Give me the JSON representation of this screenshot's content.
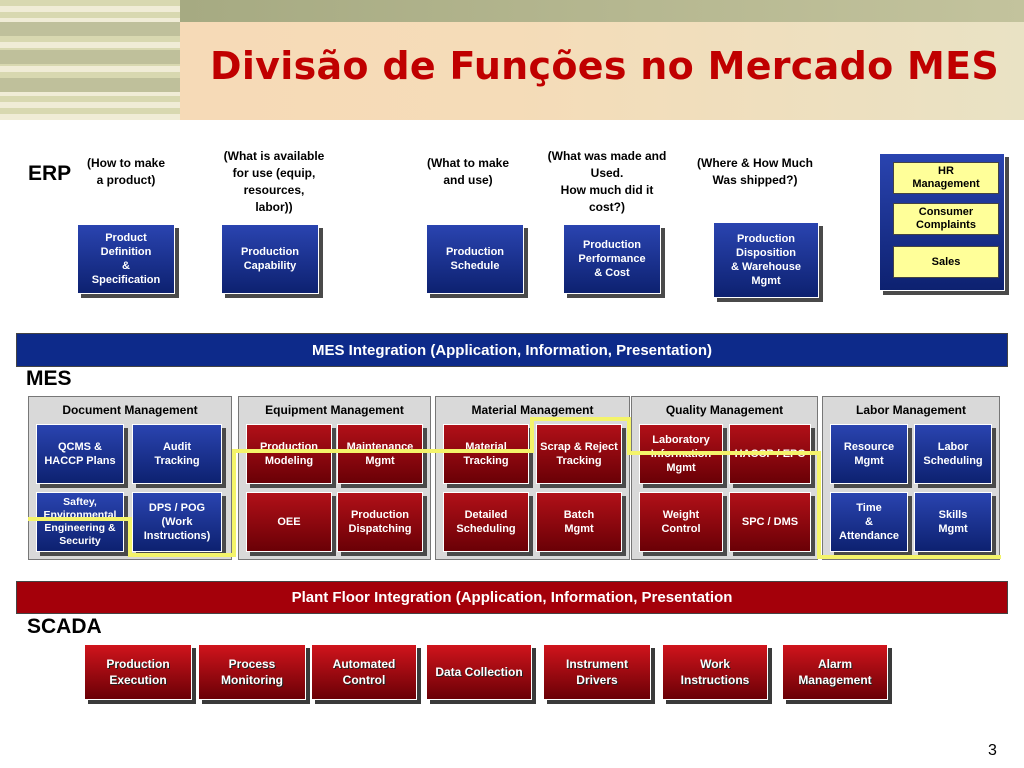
{
  "title": "Divisão de Funções no Mercado MES",
  "erp": {
    "label": "ERP",
    "questions": [
      "(How to make\na product)",
      "(What is available\nfor use (equip,\nresources,\nlabor))",
      "(What to make\nand use)",
      "(What was made and\nUsed.\nHow much did it\ncost?)",
      "(Where & How Much\nWas shipped?)"
    ],
    "boxes": [
      "Product\nDefinition\n&\nSpecification",
      "Production\nCapability",
      "Production\nSchedule",
      "Production\nPerformance\n& Cost",
      "Production\nDisposition\n& Warehouse\nMgmt"
    ],
    "side_items": [
      "HR\nManagement",
      "Consumer\nComplaints",
      "Sales"
    ]
  },
  "mes": {
    "integration": "MES Integration (Application, Information, Presentation)",
    "label": "MES",
    "panels": [
      {
        "title": "Document Management",
        "items": [
          "QCMS &\nHACCP Plans",
          "Audit\nTracking",
          "Saftey,\nEnvironmental\nEngineering &\nSecurity",
          "DPS / POG\n(Work\nInstructions)"
        ]
      },
      {
        "title": "Equipment Management",
        "items": [
          "Production\nModeling",
          "Maintenance\nMgmt",
          "OEE",
          "Production\nDispatching"
        ]
      },
      {
        "title": "Material Management",
        "items": [
          "Material\nTracking",
          "Scrap & Reject\nTracking",
          "Detailed\nScheduling",
          "Batch\nMgmt"
        ]
      },
      {
        "title": "Quality  Management",
        "items": [
          "Laboratory\nInformation\nMgmt",
          "HACCP / EPC",
          "Weight\nControl",
          "SPC / DMS"
        ]
      },
      {
        "title": "Labor Management",
        "items": [
          "Resource\nMgmt",
          "Labor\nScheduling",
          "Time\n&\nAttendance",
          "Skills\nMgmt"
        ]
      }
    ]
  },
  "scada": {
    "integration": "Plant Floor Integration (Application, Information, Presentation",
    "label": "SCADA",
    "items": [
      "Production\nExecution",
      "Process\nMonitoring",
      "Automated\nControl",
      "Data Collection",
      "Instrument\nDrivers",
      "Work\nInstructions",
      "Alarm\nManagement"
    ]
  },
  "page_number": "3",
  "colors": {
    "title": "#c00000",
    "mes_bar": "#0d2a8a",
    "scada_bar": "#a4000a",
    "highlight": "#f4f46a"
  }
}
